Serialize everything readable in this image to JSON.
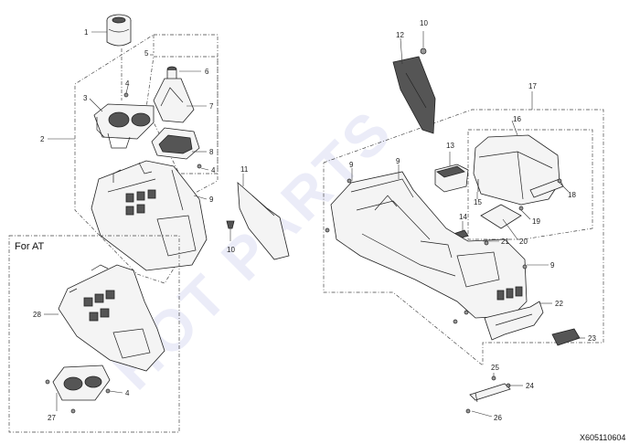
{
  "diagram": {
    "watermark": "HOT PARTS",
    "variant_label": "For AT",
    "figure_code": "X605110604",
    "callouts": [
      "1",
      "2",
      "3",
      "4",
      "5",
      "6",
      "7",
      "8",
      "4",
      "9",
      "10",
      "11",
      "12",
      "10",
      "13",
      "9",
      "9",
      "14",
      "15",
      "16",
      "17",
      "18",
      "19",
      "20",
      "21",
      "9",
      "22",
      "23",
      "24",
      "25",
      "26",
      "27",
      "28",
      "4"
    ]
  }
}
